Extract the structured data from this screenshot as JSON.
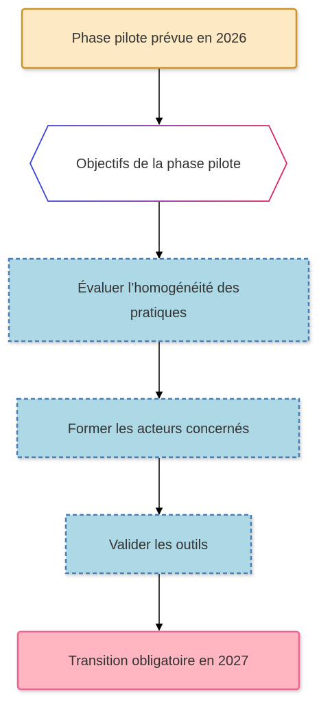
{
  "nodes": {
    "pilot_phase": {
      "label": "Phase pilote prévue en 2026"
    },
    "objectives": {
      "label": "Objectifs de la phase pilote"
    },
    "evaluate": {
      "line1": "Évaluer l’homogénéité des",
      "line2": "pratiques"
    },
    "train": {
      "label": "Former les acteurs concernés"
    },
    "validate": {
      "label": "Valider les outils"
    },
    "transition": {
      "label": "Transition obligatoire en 2027"
    }
  },
  "colors": {
    "start_fill": "#fde9c4",
    "start_stroke": "#c9942a",
    "hex_gradient_start": "#3344dd",
    "hex_gradient_end": "#e0245e",
    "step_fill": "#add8e6",
    "step_stroke": "#4a7fb5",
    "end_fill": "#ffb6c1",
    "end_stroke": "#f06292",
    "edge": "#000000",
    "text": "#333333"
  }
}
